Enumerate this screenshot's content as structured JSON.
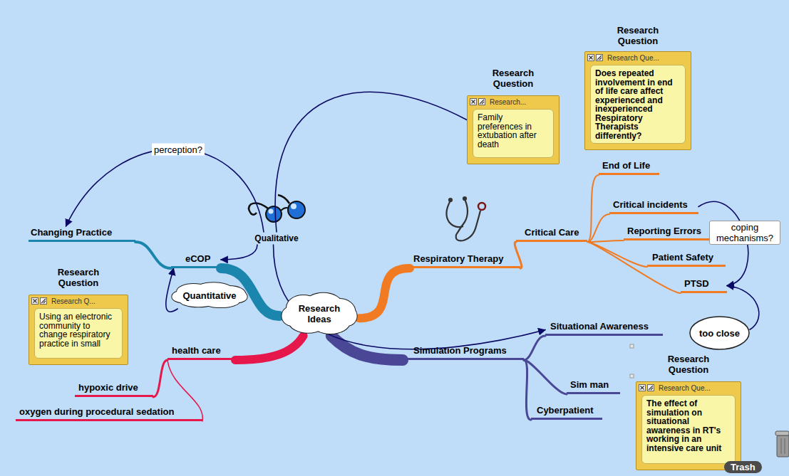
{
  "diagram": {
    "nodes": [
      {
        "text": [
          "Research Question",
          "Research Que...",
          "Does repeated involvement in end of life care affect experienced and inexperienced Respiratory Therapists differently?"
        ]
      },
      {
        "text": [
          "Research Question",
          "Research...",
          "Family preferences in extubation after death"
        ]
      },
      {
        "text": [
          "End of Life"
        ]
      },
      {
        "text": [
          "Qualitative"
        ]
      },
      {
        "text": [
          "Critical incidents"
        ]
      },
      {
        "text": [
          "Changing Practice"
        ]
      },
      {
        "text": [
          "Critical Care"
        ]
      },
      {
        "text": [
          "eCOP"
        ]
      },
      {
        "text": [
          "Respiratory Therapy"
        ]
      },
      {
        "text": [
          "Reporting Errors"
        ]
      },
      {
        "text": [
          "Patient Safety"
        ]
      },
      {
        "text": [
          "Quantitative"
        ]
      },
      {
        "text": [
          "Research Question",
          "Research Q...",
          "Using an electronic community to change respiratory practice in small"
        ]
      },
      {
        "text": [
          "Research Ideas"
        ]
      },
      {
        "text": [
          "PTSD"
        ]
      },
      {
        "text": [
          "Situational Awareness"
        ]
      },
      {
        "text": [
          "too close"
        ]
      },
      {
        "text": [
          "health care"
        ]
      },
      {
        "text": [
          "Simulation Programs"
        ]
      },
      {
        "text": [
          "Research Question",
          "Research Que...",
          "The effect of simulation on situational awareness in RT's working in an intensive care unit"
        ]
      },
      {
        "text": [
          "Sim man"
        ]
      },
      {
        "text": [
          "hypoxic drive"
        ]
      },
      {
        "text": [
          "Cyberpatient"
        ]
      },
      {
        "text": [
          "oxygen during procedural sedation"
        ]
      }
    ],
    "edges": [
      {
        "from": 13,
        "to": 8,
        "arrow": "none"
      },
      {
        "from": 8,
        "to": 6,
        "arrow": "none"
      },
      {
        "from": 6,
        "to": 2,
        "arrow": "none"
      },
      {
        "from": 6,
        "to": 4,
        "arrow": "none"
      },
      {
        "from": 6,
        "to": 9,
        "arrow": "none"
      },
      {
        "from": 6,
        "to": 10,
        "arrow": "none"
      },
      {
        "from": 6,
        "to": 14,
        "arrow": "none"
      },
      {
        "from": 13,
        "to": 7,
        "arrow": "none"
      },
      {
        "from": 7,
        "to": 5,
        "arrow": "none"
      },
      {
        "from": 13,
        "to": 17,
        "arrow": "none"
      },
      {
        "from": 17,
        "to": 21,
        "arrow": "none"
      },
      {
        "from": 17,
        "to": 23,
        "arrow": "none"
      },
      {
        "from": 13,
        "to": 18,
        "arrow": "none"
      },
      {
        "from": 18,
        "to": 15,
        "arrow": "none"
      },
      {
        "from": 18,
        "to": 20,
        "arrow": "none"
      },
      {
        "from": 18,
        "to": 22,
        "arrow": "none"
      },
      {
        "from": 3,
        "to": 7,
        "arrow": "to"
      },
      {
        "from": 3,
        "to": 5,
        "arrow": "to",
        "label": "perception?"
      },
      {
        "from": 11,
        "to": 7,
        "arrow": "to"
      },
      {
        "from": 4,
        "to": 14,
        "arrow": "to",
        "label": "coping mechanisms?"
      },
      {
        "from": 16,
        "to": 14,
        "arrow": "to"
      },
      {
        "from": 3,
        "to": 1,
        "arrow": "none"
      },
      {
        "from": 3,
        "to": 15,
        "arrow": "to"
      }
    ],
    "labels": [
      "Trash"
    ]
  }
}
